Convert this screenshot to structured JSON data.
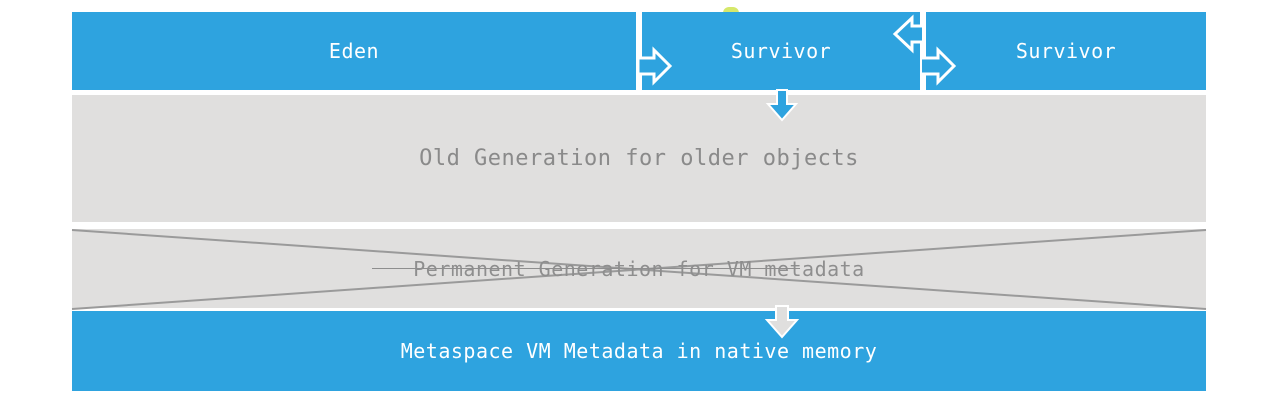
{
  "diagram": {
    "young_generation": {
      "eden_label": "Eden",
      "survivor_1_label": "Survivor",
      "survivor_2_label": "Survivor"
    },
    "old_generation_label": "Old Generation for older objects",
    "permanent_generation_label": "Permanent Generation for VM metadata",
    "metaspace_label": "Metaspace VM Metadata in native memory",
    "colors": {
      "young_and_metaspace": "#2ea3df",
      "old_and_permanent": "#e0dfde",
      "text_on_blue": "#ffffff",
      "text_on_grey": "#8a8a8a"
    }
  }
}
